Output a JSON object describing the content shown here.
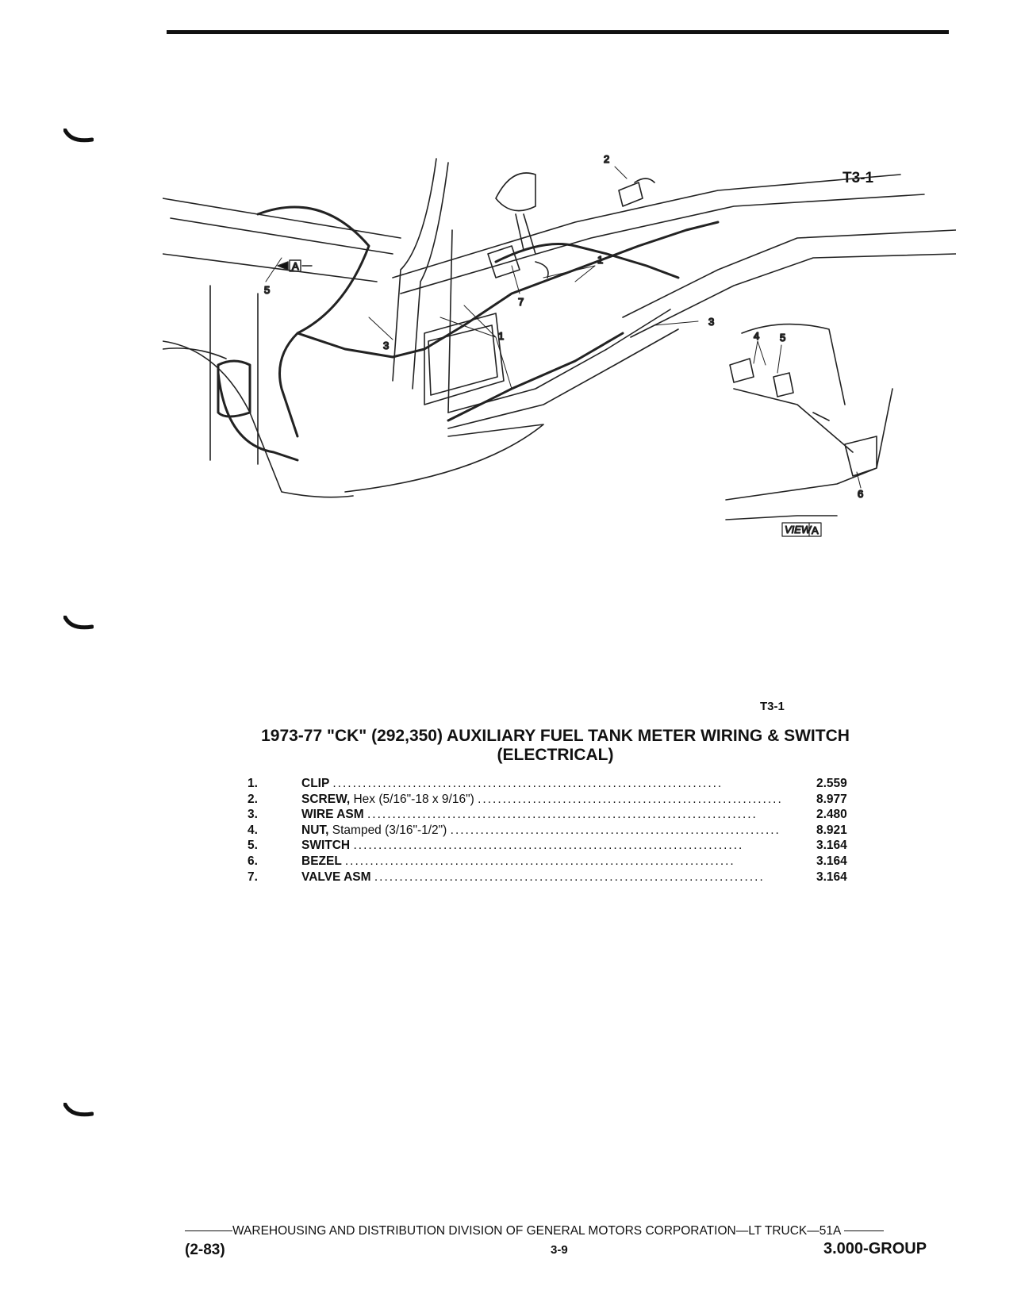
{
  "figure_code": "T3-1",
  "view_label": {
    "view": "VIEW",
    "letter": "A"
  },
  "callout_marker": "A",
  "callouts": [
    "1",
    "2",
    "3",
    "4",
    "5",
    "6",
    "7"
  ],
  "title_line1": "1973-77 \"CK\" (292,350) AUXILIARY FUEL TANK METER WIRING & SWITCH",
  "title_line2": "(ELECTRICAL)",
  "parts": [
    {
      "num": "1.",
      "name": "CLIP",
      "spec": "",
      "group": "2.559"
    },
    {
      "num": "2.",
      "name": "SCREW,",
      "spec": "Hex (5/16\"-18 x 9/16\")",
      "group": "8.977"
    },
    {
      "num": "3.",
      "name": "WIRE ASM",
      "spec": "",
      "group": "2.480"
    },
    {
      "num": "4.",
      "name": "NUT,",
      "spec": "Stamped (3/16\"-1/2\")",
      "group": "8.921"
    },
    {
      "num": "5.",
      "name": "SWITCH",
      "spec": "",
      "group": "3.164"
    },
    {
      "num": "6.",
      "name": "BEZEL",
      "spec": "",
      "group": "3.164"
    },
    {
      "num": "7.",
      "name": "VALVE ASM",
      "spec": "",
      "group": "3.164"
    }
  ],
  "footer": {
    "text": "WAREHOUSING AND DISTRIBUTION DIVISION OF GENERAL MOTORS CORPORATION—LT TRUCK—51A",
    "date": "(2-83)",
    "page": "3-9",
    "group": "3.000-GROUP"
  }
}
